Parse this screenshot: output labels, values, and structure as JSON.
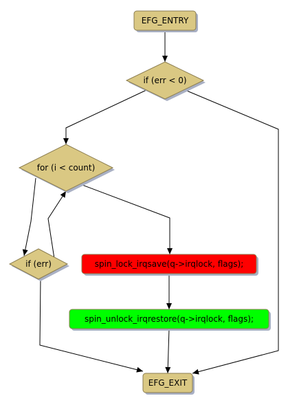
{
  "colors": {
    "terminal": "#dac883",
    "decision": "#dac883",
    "lock": "#ff0000",
    "unlock": "#00ff00",
    "border": "#8b7d50",
    "shadow": "#a9b0c4",
    "edge": "#000000"
  },
  "nodes": {
    "entry": {
      "label": "EFG_ENTRY",
      "shape": "terminal"
    },
    "cond_err_lt0": {
      "label": "if (err < 0)",
      "shape": "decision"
    },
    "loop": {
      "label": "for (i < count)",
      "shape": "decision"
    },
    "cond_err": {
      "label": "if (err)",
      "shape": "decision"
    },
    "lock": {
      "label": "spin_lock_irqsave(q->irqlock, flags);",
      "shape": "statement"
    },
    "unlock": {
      "label": "spin_unlock_irqrestore(q->irqlock, flags);",
      "shape": "statement"
    },
    "exit": {
      "label": "EFG_EXIT",
      "shape": "terminal"
    }
  },
  "edges": [
    {
      "from": "entry",
      "to": "cond_err_lt0"
    },
    {
      "from": "cond_err_lt0",
      "to": "loop"
    },
    {
      "from": "cond_err_lt0",
      "to": "exit"
    },
    {
      "from": "loop",
      "to": "cond_err"
    },
    {
      "from": "loop",
      "to": "lock"
    },
    {
      "from": "cond_err",
      "to": "loop"
    },
    {
      "from": "cond_err",
      "to": "exit"
    },
    {
      "from": "lock",
      "to": "unlock"
    },
    {
      "from": "unlock",
      "to": "exit"
    }
  ]
}
